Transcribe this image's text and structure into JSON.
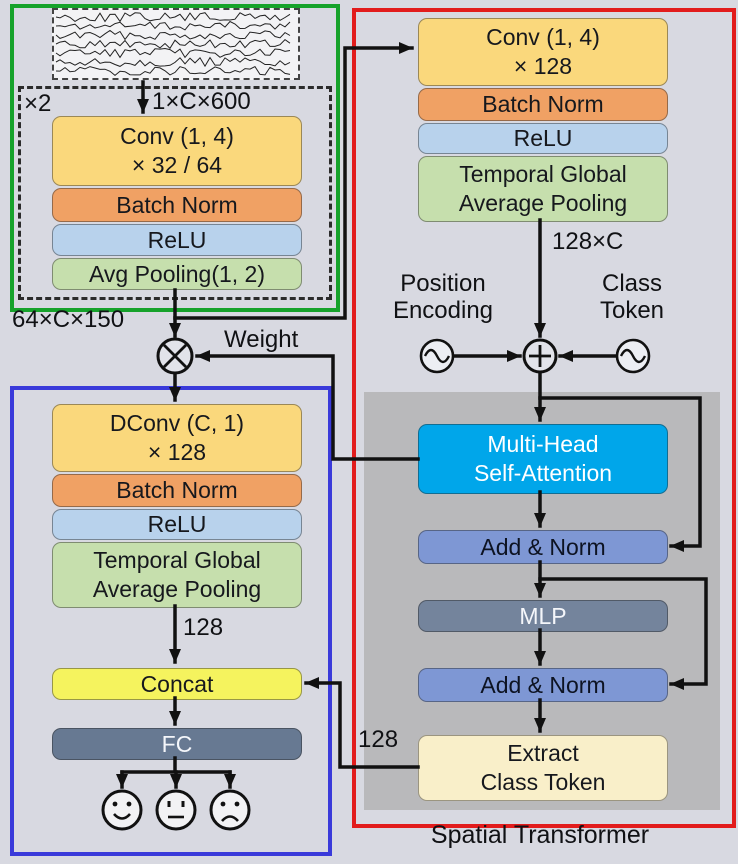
{
  "colors": {
    "bg": "#d8d9e1",
    "conv": "#fad87c",
    "bn": "#f0a164",
    "relu": "#b8d2ec",
    "pool": "#c6dfad",
    "concat": "#f5f35e",
    "fc": "#677992",
    "mhsa": "#00a6ea",
    "addnorm": "#7e97d4",
    "mlp": "#74849c",
    "extract": "#f9efc9",
    "gray_panel": "#b9b9bb",
    "green_border": "#16a22b",
    "red_border": "#e21c1c",
    "blue_border": "#3a3ada",
    "line": "#111111"
  },
  "encoder": {
    "repeat": "×2",
    "input_dim": "1×C×600",
    "output_dim": "64×C×150",
    "conv": [
      "Conv (1, 4)",
      "× 32 / 64"
    ],
    "bn": "Batch Norm",
    "relu": "ReLU",
    "pool": "Avg Pooling(1, 2)"
  },
  "weight_label": "Weight",
  "left_branch": {
    "dconv": [
      "DConv (C, 1)",
      "× 128"
    ],
    "bn": "Batch Norm",
    "relu": "ReLU",
    "tgap": [
      "Temporal Global",
      "Average Pooling"
    ],
    "dim": "128",
    "concat": "Concat",
    "fc": "FC"
  },
  "right_branch": {
    "conv": [
      "Conv (1, 4)",
      "× 128"
    ],
    "bn": "Batch Norm",
    "relu": "ReLU",
    "tgap": [
      "Temporal Global",
      "Average Pooling"
    ],
    "dim": "128×C",
    "position_encoding": [
      "Position",
      "Encoding"
    ],
    "class_token": [
      "Class",
      "Token"
    ]
  },
  "transformer": {
    "mhsa": [
      "Multi-Head",
      "Self-Attention"
    ],
    "addnorm1": "Add & Norm",
    "mlp": "MLP",
    "addnorm2": "Add & Norm",
    "extract": [
      "Extract",
      "Class Token"
    ],
    "out_dim": "128",
    "title": "Spatial Transformer"
  },
  "output_faces": [
    "happy",
    "neutral",
    "sad"
  ]
}
